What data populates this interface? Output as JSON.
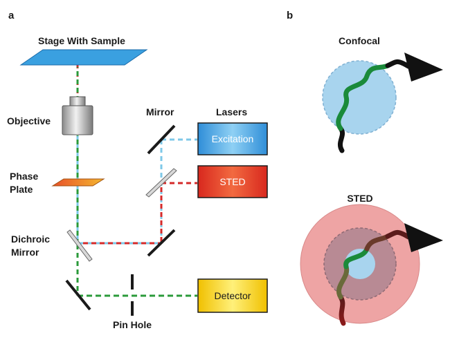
{
  "panels": {
    "a": "a",
    "b": "b"
  },
  "labels": {
    "stage": "Stage With Sample",
    "objective": "Objective",
    "mirror": "Mirror",
    "lasers": "Lasers",
    "phase_plate_1": "Phase",
    "phase_plate_2": "Plate",
    "dichroic_1": "Dichroic",
    "dichroic_2": "Mirror",
    "pinhole": "Pin Hole",
    "confocal": "Confocal",
    "sted_title": "STED"
  },
  "boxes": {
    "excitation": "Excitation",
    "sted": "STED",
    "detector": "Detector"
  },
  "colors": {
    "excitation_beam": "#7ec8e8",
    "sted_beam": "#d42a2a",
    "detection_beam": "#2a9a3a",
    "stage": "#3aa0e0",
    "excitation_box": "#3a9ee0",
    "sted_box": "#e03a2a",
    "detector_box": "#f4d21a",
    "confocal_spot": "#a8d4ee",
    "sted_ring": "#eea4a4"
  }
}
